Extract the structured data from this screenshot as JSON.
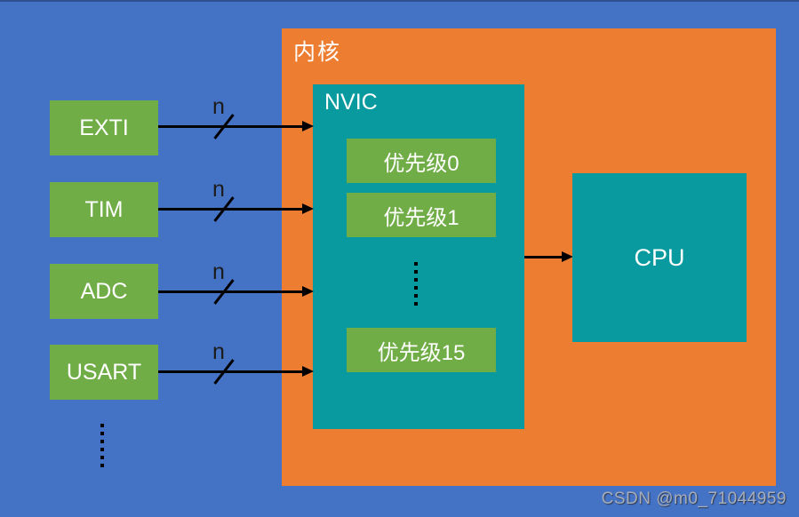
{
  "kernel": {
    "label": "内核"
  },
  "nvic": {
    "label": "NVIC",
    "priorities": [
      {
        "label": "优先级0"
      },
      {
        "label": "优先级1"
      },
      {
        "label": "优先级15"
      }
    ]
  },
  "cpu": {
    "label": "CPU"
  },
  "peripherals": [
    {
      "label": "EXTI"
    },
    {
      "label": "TIM"
    },
    {
      "label": "ADC"
    },
    {
      "label": "USART"
    }
  ],
  "arrows": {
    "bus_width_label": "n"
  },
  "watermark": {
    "text": "CSDN @m0_71044959"
  },
  "colors": {
    "background": "#4472c4",
    "kernel_fill": "#ed7d31",
    "module_fill": "#089a9e",
    "block_fill": "#70ad47",
    "arrow": "#000000",
    "text": "#ffffff",
    "watermark_text": "#a6adbb"
  }
}
